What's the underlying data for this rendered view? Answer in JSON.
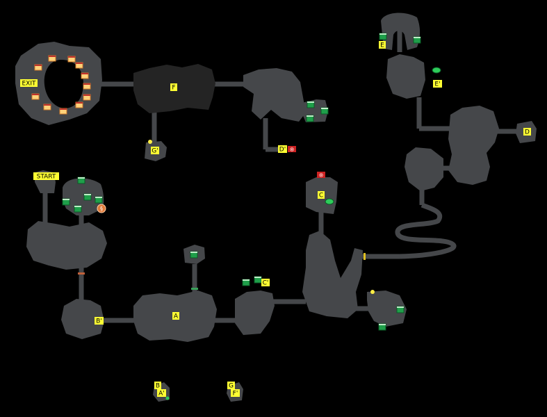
{
  "map": {
    "colors": {
      "background": "#000000",
      "cave": "#45474a",
      "dark_room": "#242424",
      "label": "#ffff33",
      "chest": "#1f9f4a",
      "treasure_chest": "#e0a24a",
      "seal": "#cc2222",
      "npc": "#e07a3a"
    },
    "labels": {
      "start": "START",
      "exit": "EXIT",
      "a": "A",
      "a_prime": "A'",
      "b": "B",
      "b_prime": "B'",
      "c": "C",
      "c_prime": "C'",
      "d": "D",
      "d_prime": "D'",
      "e": "E",
      "e_prime": "E'",
      "f": "F",
      "f_prime": "F'",
      "g": "G",
      "g_prime": "G'"
    },
    "seal_glyph": "⊗",
    "npc_glyph": "§"
  }
}
